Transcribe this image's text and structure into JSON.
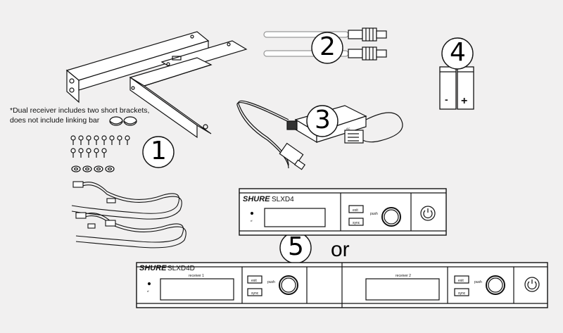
{
  "note": {
    "line1": "*Dual receiver includes two short brackets,",
    "line2": "does not include linking bar"
  },
  "callouts": {
    "n1": "1",
    "n2": "2",
    "n3": "3",
    "n4": "4",
    "n5": "5"
  },
  "or_label": "or",
  "battery": {
    "minus": "-",
    "plus": "+"
  },
  "single_receiver": {
    "brand": "SHURE",
    "model": "SLXD4",
    "exit": "exit",
    "sync": "sync",
    "push": "push",
    "rf": "rf"
  },
  "dual_receiver": {
    "brand": "SHURE",
    "model": "SLXD4D",
    "receiver1": "receiver 1",
    "receiver2": "receiver 2",
    "exit": "exit",
    "sync": "sync",
    "push": "push",
    "rf": "rf"
  },
  "power_adapter": {
    "ac_label": "AC"
  }
}
